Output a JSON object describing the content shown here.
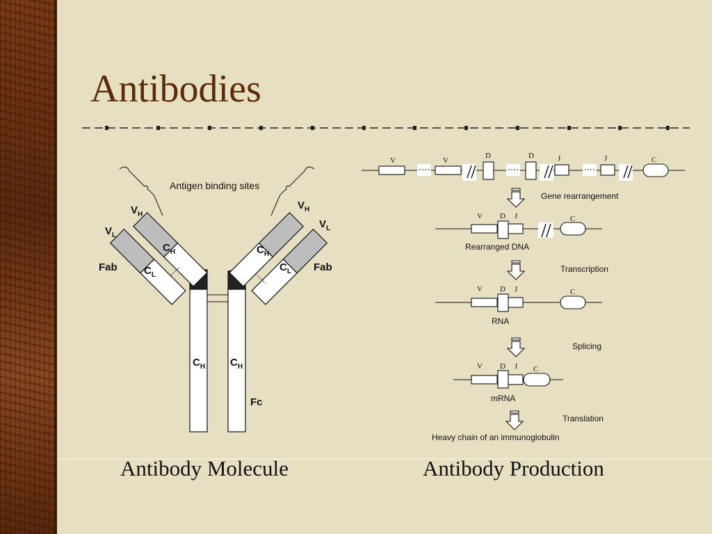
{
  "slide": {
    "title": "Antibodies",
    "captions": {
      "left": "Antibody Molecule",
      "right": "Antibody Production"
    }
  },
  "molecule": {
    "antigen_label": "Antigen binding sites",
    "fab_left": "Fab",
    "fab_right": "Fab",
    "fc": "Fc",
    "vh": "V",
    "vh_sub": "H",
    "vl": "V",
    "vl_sub": "L",
    "ch": "C",
    "ch_sub": "H",
    "cl": "C",
    "cl_sub": "L"
  },
  "production": {
    "gene_segments": [
      "V",
      "V",
      "D",
      "D",
      "J",
      "J",
      "C"
    ],
    "step_labels": [
      "Gene rearrangement",
      "Transcription",
      "Splicing",
      "Translation"
    ],
    "stage_labels": [
      "Rearranged DNA",
      "RNA",
      "mRNA"
    ],
    "seg_v": "V",
    "seg_d": "D",
    "seg_j": "J",
    "seg_c": "C",
    "product": "Heavy chain of an immunoglobulin"
  },
  "colors": {
    "title": "#5a2d0a",
    "background": "#e6dfc2",
    "grey_domain": "#bdbdbd"
  }
}
